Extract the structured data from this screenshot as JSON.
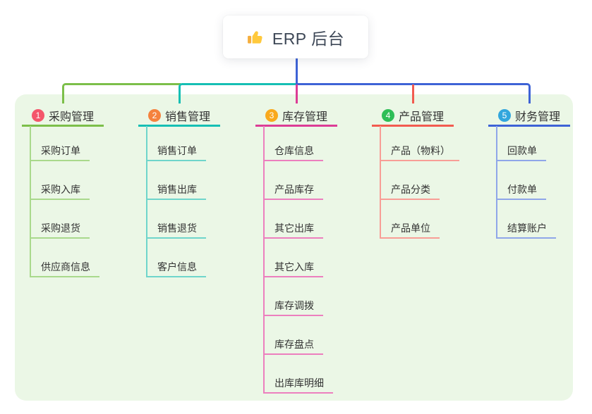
{
  "root": {
    "title": "ERP 后台",
    "icon": "thumbs-up-icon"
  },
  "branches": [
    {
      "badge": "1",
      "label": "采购管理",
      "badge_color": "#F4566B",
      "line_color": "#7CBF4A",
      "child_line_color": "#A9D98C",
      "children": [
        "采购订单",
        "采购入库",
        "采购退货",
        "供应商信息"
      ]
    },
    {
      "badge": "2",
      "label": "销售管理",
      "badge_color": "#F5823D",
      "line_color": "#16BFB4",
      "child_line_color": "#6FD5CB",
      "children": [
        "销售订单",
        "销售出库",
        "销售退货",
        "客户信息"
      ]
    },
    {
      "badge": "3",
      "label": "库存管理",
      "badge_color": "#F9A91D",
      "line_color": "#DC3C96",
      "child_line_color": "#EC7FBE",
      "children": [
        "仓库信息",
        "产品库存",
        "其它出库",
        "其它入库",
        "库存调拨",
        "库存盘点",
        "出库库明细"
      ]
    },
    {
      "badge": "4",
      "label": "产品管理",
      "badge_color": "#2EBE57",
      "line_color": "#F25B50",
      "child_line_color": "#F89E96",
      "children": [
        "产品（物料）",
        "产品分类",
        "产品单位"
      ]
    },
    {
      "badge": "5",
      "label": "财务管理",
      "badge_color": "#31A6DD",
      "line_color": "#3E63D6",
      "child_line_color": "#8FA6E9",
      "children": [
        "回款单",
        "付款单",
        "结算账户"
      ]
    }
  ],
  "colors": {
    "panel_bg": "#EBF7E6",
    "root_line": "#3E63D6",
    "text": "#333333",
    "root_text": "#3D4756",
    "icon_gold": "#FFC93C",
    "icon_gold_dark": "#F5AE3D"
  }
}
